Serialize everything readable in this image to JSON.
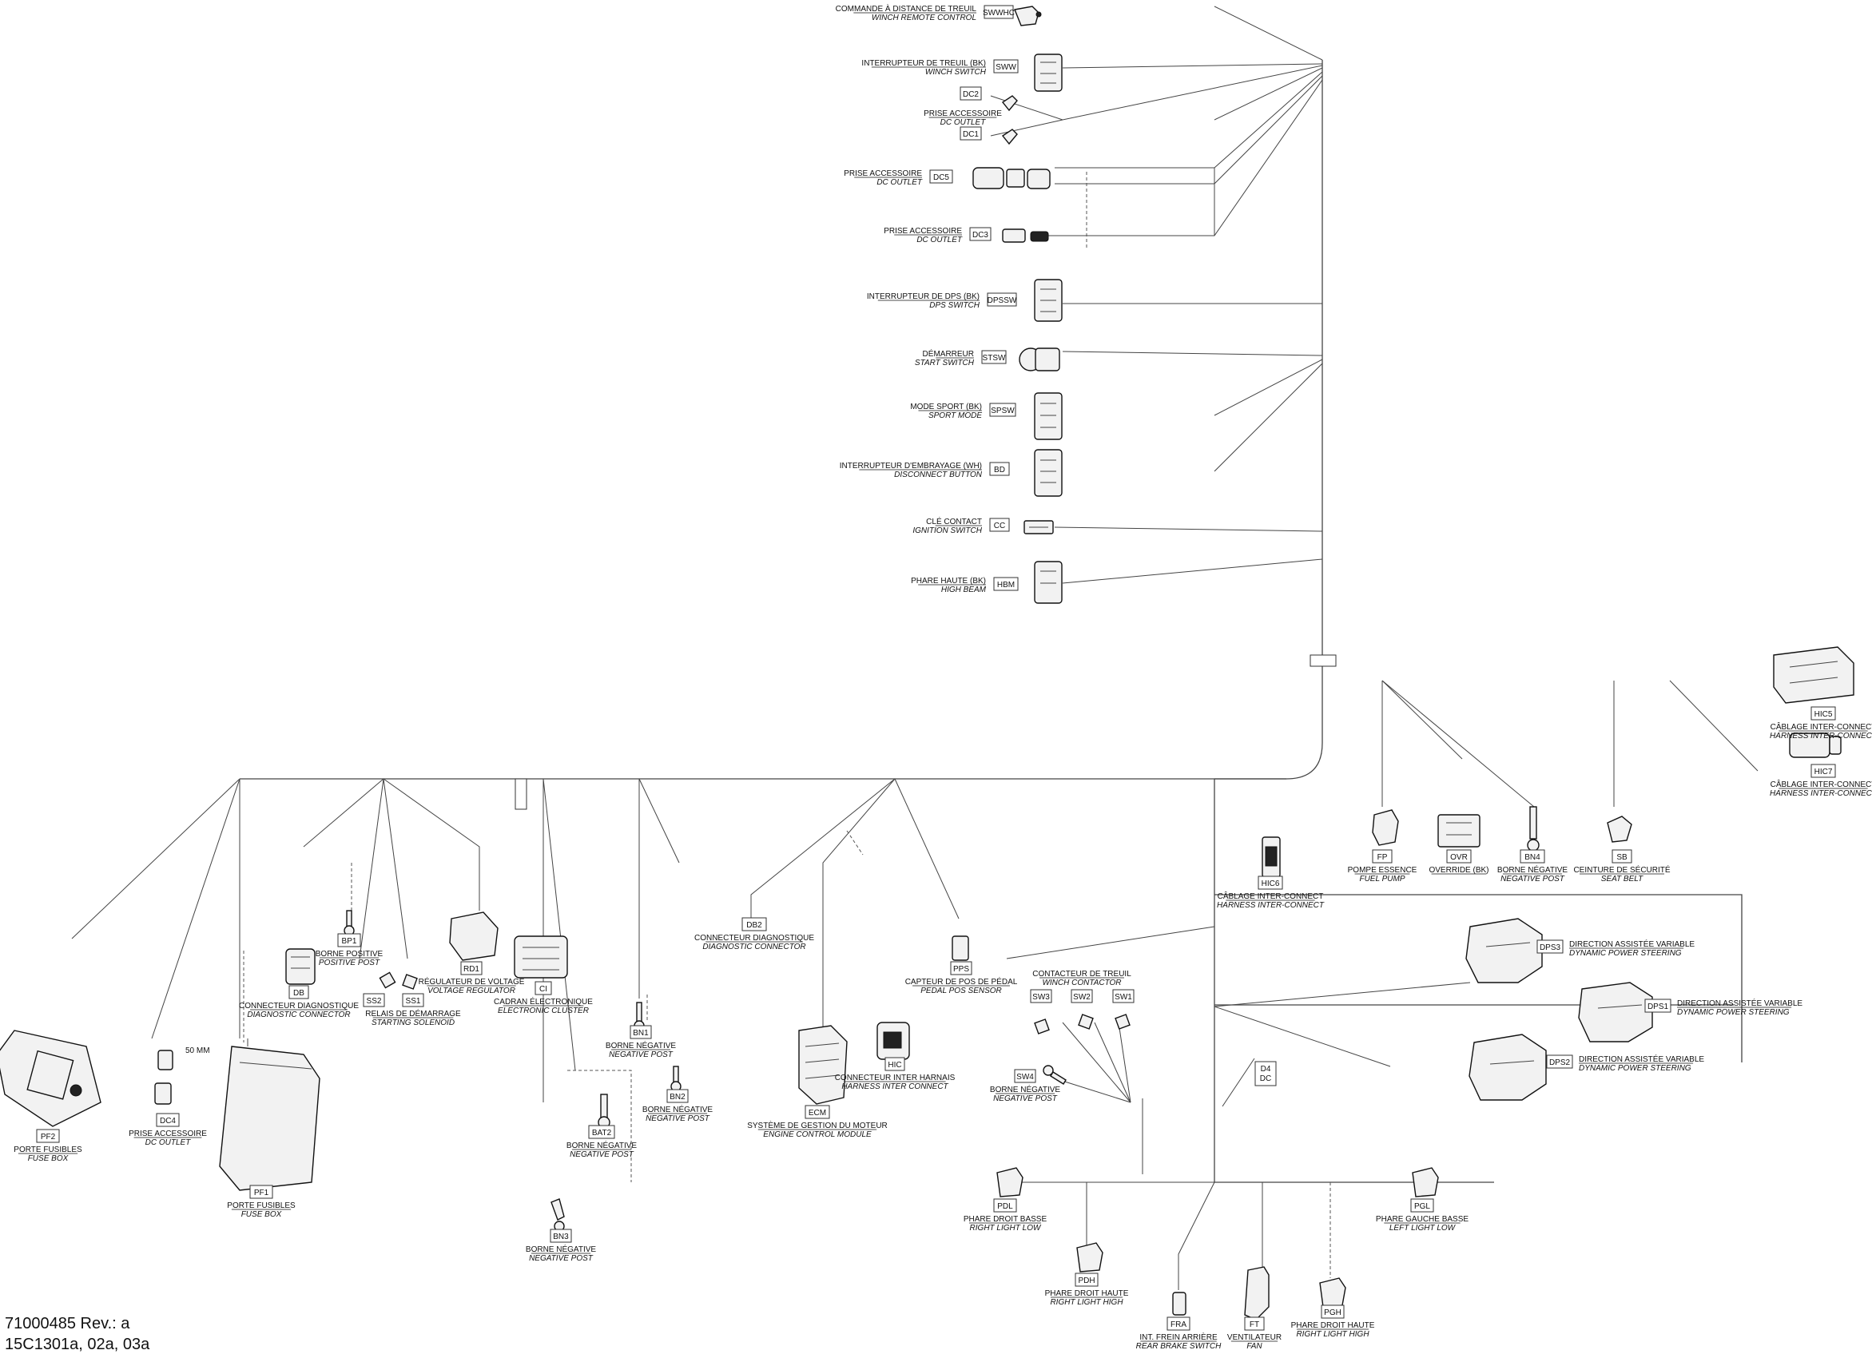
{
  "footer": {
    "doc_number": "71000485 Rev.: a",
    "figure_refs": "15C1301a, 02a, 03a"
  },
  "connectors": [
    {
      "id": "swhc",
      "code": "SWWHC",
      "fr": "COMMANDE À DISTANCE DE TREUIL",
      "en": "WINCH REMOTE CONTROL",
      "icon": "remote-plug-icon"
    },
    {
      "id": "sww",
      "code": "SWW",
      "fr": "INTERRUPTEUR DE TREUIL (BK)",
      "en": "WINCH SWITCH",
      "icon": "switch-connector-icon"
    },
    {
      "id": "dc2",
      "code": "DC2",
      "fr": "",
      "en": "",
      "icon": "dc-plug-icon"
    },
    {
      "id": "dc_label",
      "code": "",
      "fr": "PRISE ACCESSOIRE",
      "en": "DC OUTLET",
      "icon": ""
    },
    {
      "id": "dc1",
      "code": "DC1",
      "fr": "",
      "en": "",
      "icon": "dc-plug-icon"
    },
    {
      "id": "dc5",
      "code": "DC5",
      "fr": "PRISE ACCESSOIRE",
      "en": "DC OUTLET",
      "icon": "inline-connector-icon"
    },
    {
      "id": "dc3",
      "code": "DC3",
      "fr": "PRISE ACCESSOIRE",
      "en": "DC OUTLET",
      "icon": "inline-connector-icon"
    },
    {
      "id": "dpssw",
      "code": "DPSSW",
      "fr": "INTERRUPTEUR DE DPS (BK)",
      "en": "DPS SWITCH",
      "icon": "switch-connector-icon"
    },
    {
      "id": "stsw",
      "code": "STSW",
      "fr": "DÉMARREUR",
      "en": "START SWITCH",
      "icon": "round-connector-icon"
    },
    {
      "id": "spsw",
      "code": "SPSW",
      "fr": "MODE SPORT (BK)",
      "en": "SPORT MODE",
      "icon": "switch-connector-icon"
    },
    {
      "id": "bd",
      "code": "BD",
      "fr": "INTERRUPTEUR D'EMBRAYAGE (WH)",
      "en": "DISCONNECT BUTTON",
      "icon": "switch-connector-icon"
    },
    {
      "id": "cc",
      "code": "CC",
      "fr": "CLÉ CONTACT",
      "en": "IGNITION SWITCH",
      "icon": "ignition-connector-icon"
    },
    {
      "id": "hbm",
      "code": "HBM",
      "fr": "PHARE HAUTE (BK)",
      "en": "HIGH BEAM",
      "icon": "switch-connector-icon"
    },
    {
      "id": "hic5",
      "code": "HIC5",
      "fr": "CÂBLAGE INTER-CONNECT",
      "en": "HARNESS INTER-CONNECT",
      "icon": "harness-connector-icon"
    },
    {
      "id": "hic7",
      "code": "HIC7",
      "fr": "CÂBLAGE INTER-CONNECT",
      "en": "HARNESS INTER-CONNECT",
      "icon": "harness-connector-icon"
    },
    {
      "id": "fp",
      "code": "FP",
      "fr": "POMPE ESSENCE",
      "en": "FUEL PUMP",
      "icon": "pump-connector-icon"
    },
    {
      "id": "ovr",
      "code": "OVR",
      "fr": "OVERRIDE (BK)",
      "en": "",
      "icon": "override-connector-icon"
    },
    {
      "id": "bn4",
      "code": "BN4",
      "fr": "BORNE NÉGATIVE",
      "en": "NEGATIVE POST",
      "icon": "ring-terminal-icon"
    },
    {
      "id": "sb",
      "code": "SB",
      "fr": "CEINTURE DE SÉCURITÉ",
      "en": "SEAT BELT",
      "icon": "seatbelt-connector-icon"
    },
    {
      "id": "hic6",
      "code": "HIC6",
      "fr": "CÂBLAGE INTER-CONNECT",
      "en": "HARNESS INTER-CONNECT",
      "icon": "harness-connector-icon"
    },
    {
      "id": "dps3",
      "code": "DPS3",
      "fr": "DIRECTION ASSISTÉE VARIABLE",
      "en": "DYNAMIC POWER STEERING",
      "icon": "dps-connector-icon"
    },
    {
      "id": "dps1",
      "code": "DPS1",
      "fr": "DIRECTION ASSISTÉE VARIABLE",
      "en": "DYNAMIC POWER STEERING",
      "icon": "dps-connector-icon"
    },
    {
      "id": "dps2",
      "code": "DPS2",
      "fr": "DIRECTION ASSISTÉE VARIABLE",
      "en": "DYNAMIC POWER STEERING",
      "icon": "dps-connector-icon"
    },
    {
      "id": "d4",
      "code": "D4 DC",
      "fr": "",
      "en": "",
      "icon": ""
    },
    {
      "id": "pf2",
      "code": "PF2",
      "fr": "PORTE FUSIBLES",
      "en": "FUSE BOX",
      "icon": "fuse-box-icon"
    },
    {
      "id": "dc4",
      "code": "DC4",
      "fr": "PRISE ACCESSOIRE",
      "en": "DC OUTLET",
      "icon": "dc-plug-icon"
    },
    {
      "id": "pf1",
      "code": "PF1",
      "fr": "PORTE FUSIBLES",
      "en": "FUSE BOX",
      "icon": "fuse-box-icon"
    },
    {
      "id": "db",
      "code": "DB",
      "fr": "CONNECTEUR DIAGNOSTIQUE",
      "en": "DIAGNOSTIC CONNECTOR",
      "icon": "diag-connector-icon"
    },
    {
      "id": "bp1",
      "code": "BP1",
      "fr": "BORNE POSITIVE",
      "en": "POSITIVE POST",
      "icon": "ring-terminal-icon"
    },
    {
      "id": "ss2",
      "code": "SS2",
      "fr": "",
      "en": "",
      "icon": "solenoid-terminal-icon"
    },
    {
      "id": "ss1",
      "code": "SS1",
      "fr": "RELAIS DE DÉMARRAGE",
      "en": "STARTING SOLENOID",
      "icon": "solenoid-terminal-icon"
    },
    {
      "id": "rd1",
      "code": "RD1",
      "fr": "RÉGULATEUR DE VOLTAGE",
      "en": "VOLTAGE REGULATOR",
      "icon": "regulator-connector-icon"
    },
    {
      "id": "ci",
      "code": "CI",
      "fr": "CADRAN ÉLECTRONIQUE",
      "en": "ELECTRONIC CLUSTER",
      "icon": "cluster-connector-icon"
    },
    {
      "id": "bn1",
      "code": "BN1",
      "fr": "BORNE NÉGATIVE",
      "en": "NEGATIVE POST",
      "icon": "ring-terminal-icon"
    },
    {
      "id": "bn2",
      "code": "BN2",
      "fr": "BORNE NÉGATIVE",
      "en": "NEGATIVE POST",
      "icon": "ring-terminal-icon"
    },
    {
      "id": "bat2",
      "code": "BAT2",
      "fr": "BORNE NÉGATIVE",
      "en": "NEGATIVE POST",
      "icon": "battery-terminal-icon"
    },
    {
      "id": "bn3",
      "code": "BN3",
      "fr": "BORNE NÉGATIVE",
      "en": "NEGATIVE POST",
      "icon": "ring-terminal-icon"
    },
    {
      "id": "db2",
      "code": "DB2",
      "fr": "CONNECTEUR DIAGNOSTIQUE",
      "en": "DIAGNOSTIC CONNECTOR",
      "icon": ""
    },
    {
      "id": "ecm",
      "code": "ECM",
      "fr": "SYSTÈME DE GESTION DU MOTEUR",
      "en": "ENGINE CONTROL MODULE",
      "icon": "ecm-connector-icon"
    },
    {
      "id": "hic",
      "code": "HIC",
      "fr": "CONNECTEUR INTER HARNAIS",
      "en": "HARNESS INTER CONNECT",
      "icon": "harness-connector-icon"
    },
    {
      "id": "pps",
      "code": "PPS",
      "fr": "CAPTEUR DE POS DE PÉDAL",
      "en": "PEDAL POS SENSOR",
      "icon": "sensor-connector-icon"
    },
    {
      "id": "wc",
      "code": "",
      "fr": "CONTACTEUR DE TREUIL",
      "en": "WINCH CONTACTOR",
      "icon": ""
    },
    {
      "id": "sw3",
      "code": "SW3",
      "fr": "",
      "en": "",
      "icon": "contactor-terminal-icon"
    },
    {
      "id": "sw2",
      "code": "SW2",
      "fr": "",
      "en": "",
      "icon": "contactor-terminal-icon"
    },
    {
      "id": "sw1",
      "code": "SW1",
      "fr": "",
      "en": "",
      "icon": "contactor-terminal-icon"
    },
    {
      "id": "sw4",
      "code": "SW4",
      "fr": "BORNE NÉGATIVE",
      "en": "NEGATIVE POST",
      "icon": "ring-terminal-icon"
    },
    {
      "id": "pdl",
      "code": "PDL",
      "fr": "PHARE DROIT BASSE",
      "en": "RIGHT LIGHT LOW",
      "icon": "light-connector-icon"
    },
    {
      "id": "pgl",
      "code": "PGL",
      "fr": "PHARE GAUCHE BASSE",
      "en": "LEFT LIGHT LOW",
      "icon": "light-connector-icon"
    },
    {
      "id": "pdh",
      "code": "PDH",
      "fr": "PHARE DROIT HAUTE",
      "en": "RIGHT LIGHT HIGH",
      "icon": "light-connector-icon"
    },
    {
      "id": "fra",
      "code": "FRA",
      "fr": "INT. FREIN ARRIÈRE",
      "en": "REAR BRAKE SWITCH",
      "icon": "brake-connector-icon"
    },
    {
      "id": "ft",
      "code": "FT",
      "fr": "VENTILATEUR",
      "en": "FAN",
      "icon": "fan-connector-icon"
    },
    {
      "id": "pgh",
      "code": "PGH",
      "fr": "PHARE DROIT HAUTE",
      "en": "RIGHT LIGHT HIGH",
      "icon": "light-connector-icon"
    }
  ],
  "notes": {
    "length_50mm": "50 MM"
  }
}
